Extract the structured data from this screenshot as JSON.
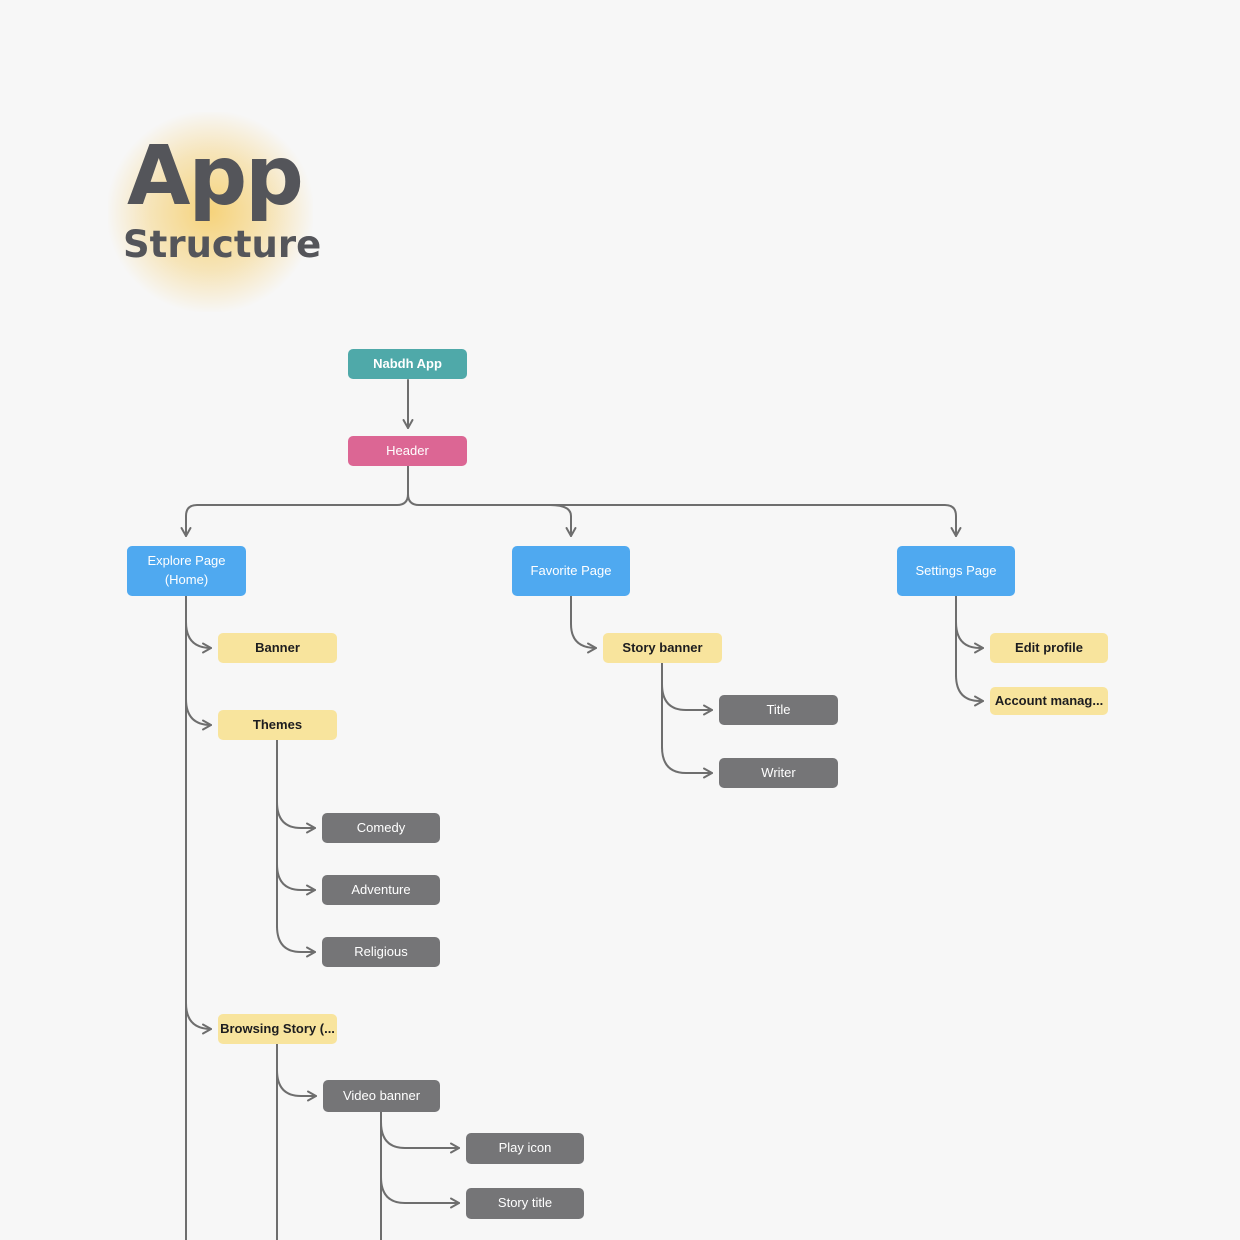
{
  "title": {
    "word1": "App",
    "word2": "Structure"
  },
  "colors": {
    "app_teal": "#4fa9a9",
    "header_pink": "#dc6694",
    "page_blue": "#4fa9f0",
    "section_yellow": "#f8e49d",
    "detail_gray": "#757577",
    "connector_gray": "#6e6e6e",
    "canvas_background": "#f7f7f7",
    "title_text": "#54555a",
    "title_glow": "#f6ca5c",
    "dark_text": "#1d1d1f",
    "light_text": "#ffffff"
  },
  "nodes": {
    "nabdh_app": {
      "label": "Nabdh App"
    },
    "header": {
      "label": "Header"
    },
    "explore_page": {
      "label": "Explore Page (Home)"
    },
    "favorite_page": {
      "label": "Favorite Page"
    },
    "settings_page": {
      "label": "Settings Page"
    },
    "banner": {
      "label": "Banner"
    },
    "themes": {
      "label": "Themes"
    },
    "comedy": {
      "label": "Comedy"
    },
    "adventure": {
      "label": "Adventure"
    },
    "religious": {
      "label": "Religious"
    },
    "browsing_story": {
      "label": "Browsing Story (..."
    },
    "video_banner": {
      "label": "Video banner"
    },
    "play_icon": {
      "label": "Play icon"
    },
    "story_title": {
      "label": "Story title"
    },
    "story_banner": {
      "label": "Story banner"
    },
    "title_box": {
      "label": "Title"
    },
    "writer": {
      "label": "Writer"
    },
    "edit_profile": {
      "label": "Edit profile"
    },
    "account_management": {
      "label": "Account manag..."
    }
  }
}
